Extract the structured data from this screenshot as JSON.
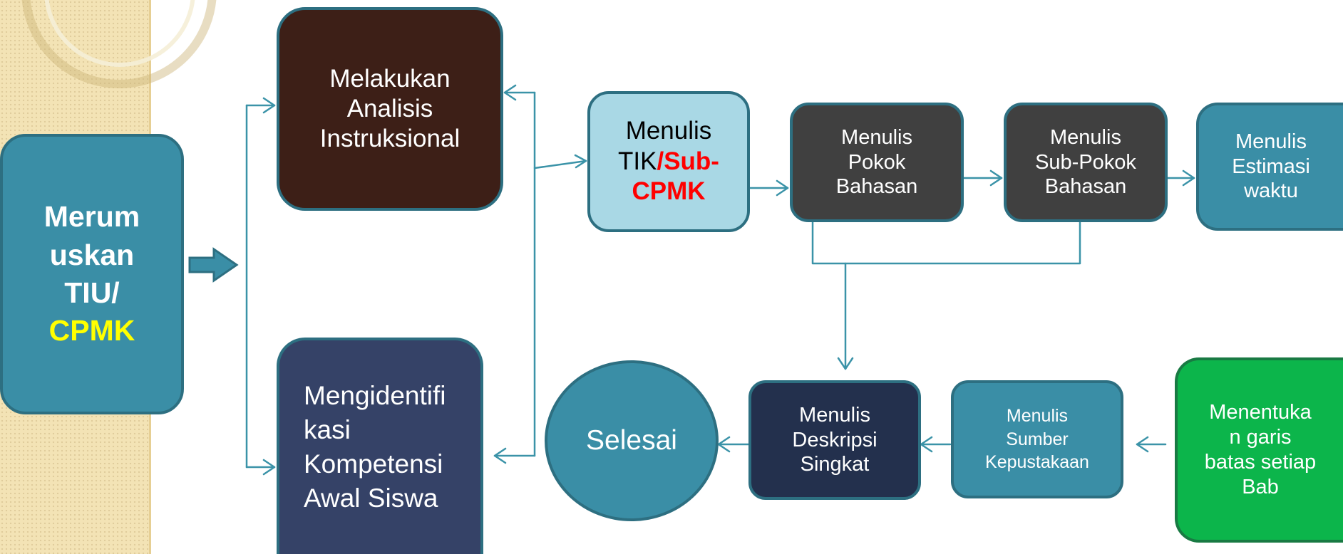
{
  "colors": {
    "teal": "#3a8ea6",
    "border": "#2d6f81",
    "dark_brown": "#3d1f17",
    "navy": "#354267",
    "dark_navy": "#23304d",
    "light_blue": "#a9d8e5",
    "dark_gray": "#404040",
    "green": "#0cb54b",
    "arrow": "#3b93a8",
    "yellow_text": "#ffff00",
    "red_text": "#ff0000"
  },
  "nodes": {
    "merumuskan": {
      "line1": "Merum",
      "line2": "uskan",
      "line3": "TIU/",
      "line4": "CPMK"
    },
    "analisis": {
      "line1": "Melakukan",
      "line2": "Analisis",
      "line3": "Instruksional"
    },
    "mengidentifikasi": {
      "line1": "Mengidentifi",
      "line2": "kasi",
      "line3": "Kompetensi",
      "line4": "Awal Siswa"
    },
    "tik": {
      "line1": "Menulis",
      "line2a": "TIK",
      "line2b": "/Sub-",
      "line3": "CPMK"
    },
    "pokok": {
      "line1": "Menulis",
      "line2": "Pokok",
      "line3": "Bahasan"
    },
    "subpokok": {
      "line1": "Menulis",
      "line2": "Sub-Pokok",
      "line3": "Bahasan"
    },
    "estimasi": {
      "line1": "Menulis",
      "line2": "Estimasi",
      "line3": "waktu"
    },
    "garis_batas": {
      "line1": "Menentuka",
      "line2": "n garis",
      "line3": "batas setiap",
      "line4": "Bab"
    },
    "sumber": {
      "line1": "Menulis",
      "line2": "Sumber",
      "line3": "Kepustakaan"
    },
    "deskripsi": {
      "line1": "Menulis",
      "line2": "Deskripsi",
      "line3": "Singkat"
    },
    "selesai": {
      "label": "Selesai"
    }
  }
}
